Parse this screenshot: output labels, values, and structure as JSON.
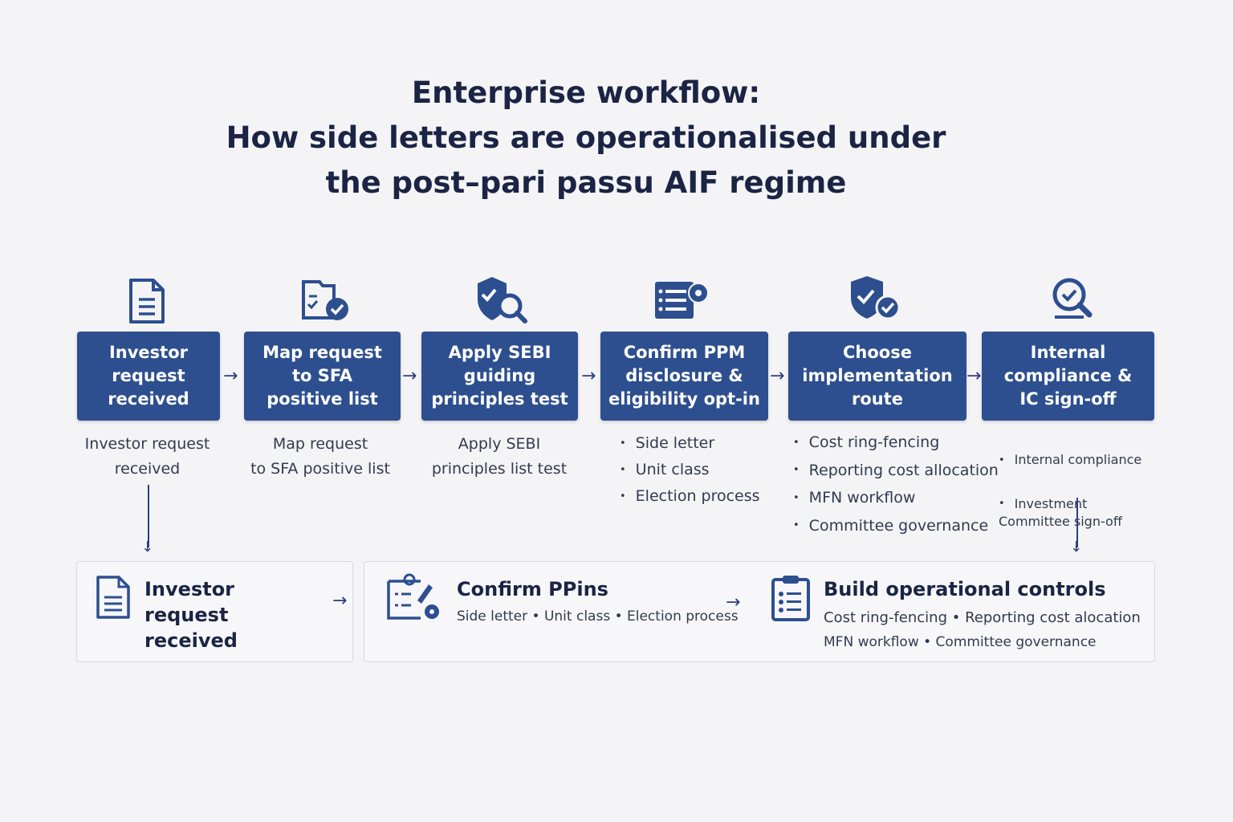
{
  "title": {
    "line1": "Enterprise workflow:",
    "line2": "How side letters are operationalised under",
    "line3": "the post–pari passu AIF regime"
  },
  "steps": [
    {
      "label": "Investor\nrequest\nreceived",
      "icon": "document-icon",
      "desc": "Investor request\nreceived"
    },
    {
      "label": "Map request\nto SFA\npositive list",
      "icon": "checklist-check-icon",
      "desc": "Map request\nto SFA positive list"
    },
    {
      "label": "Apply SEBI\nguiding\nprinciples test",
      "icon": "shield-search-icon",
      "desc": "Apply SEBI\nprinciples list test"
    },
    {
      "label": "Confirm PPM\ndisclosure &\neligibility opt-in",
      "icon": "list-gear-icon",
      "bullets": [
        "Side letter",
        "Unit class",
        "Election process"
      ]
    },
    {
      "label": "Choose\nimplementation\nroute",
      "icon": "shield-check-icon",
      "bullets": [
        "Cost ring-fencing",
        "Reporting cost allocation",
        "MFN workflow",
        "Committee governance"
      ]
    },
    {
      "label": "Internal\ncompliance &\nIC sign-off",
      "icon": "magnifier-check-icon",
      "bullets": [
        "Internal compliance",
        "Investment\nCommittee sign-off"
      ]
    }
  ],
  "bottom": {
    "investor": {
      "title": "Investor request received"
    },
    "confirm": {
      "title": "Confirm PPins",
      "sub": "Side letter • Unit class • Election process"
    },
    "build": {
      "title": "Build operational controls",
      "sub1": "Cost ring-fencing • Reporting cost alocation",
      "sub2": "MFN workflow • Committee governance"
    }
  },
  "colors": {
    "box": "#2d4f8f",
    "text": "#1b2444",
    "background": "#f4f4f6"
  }
}
